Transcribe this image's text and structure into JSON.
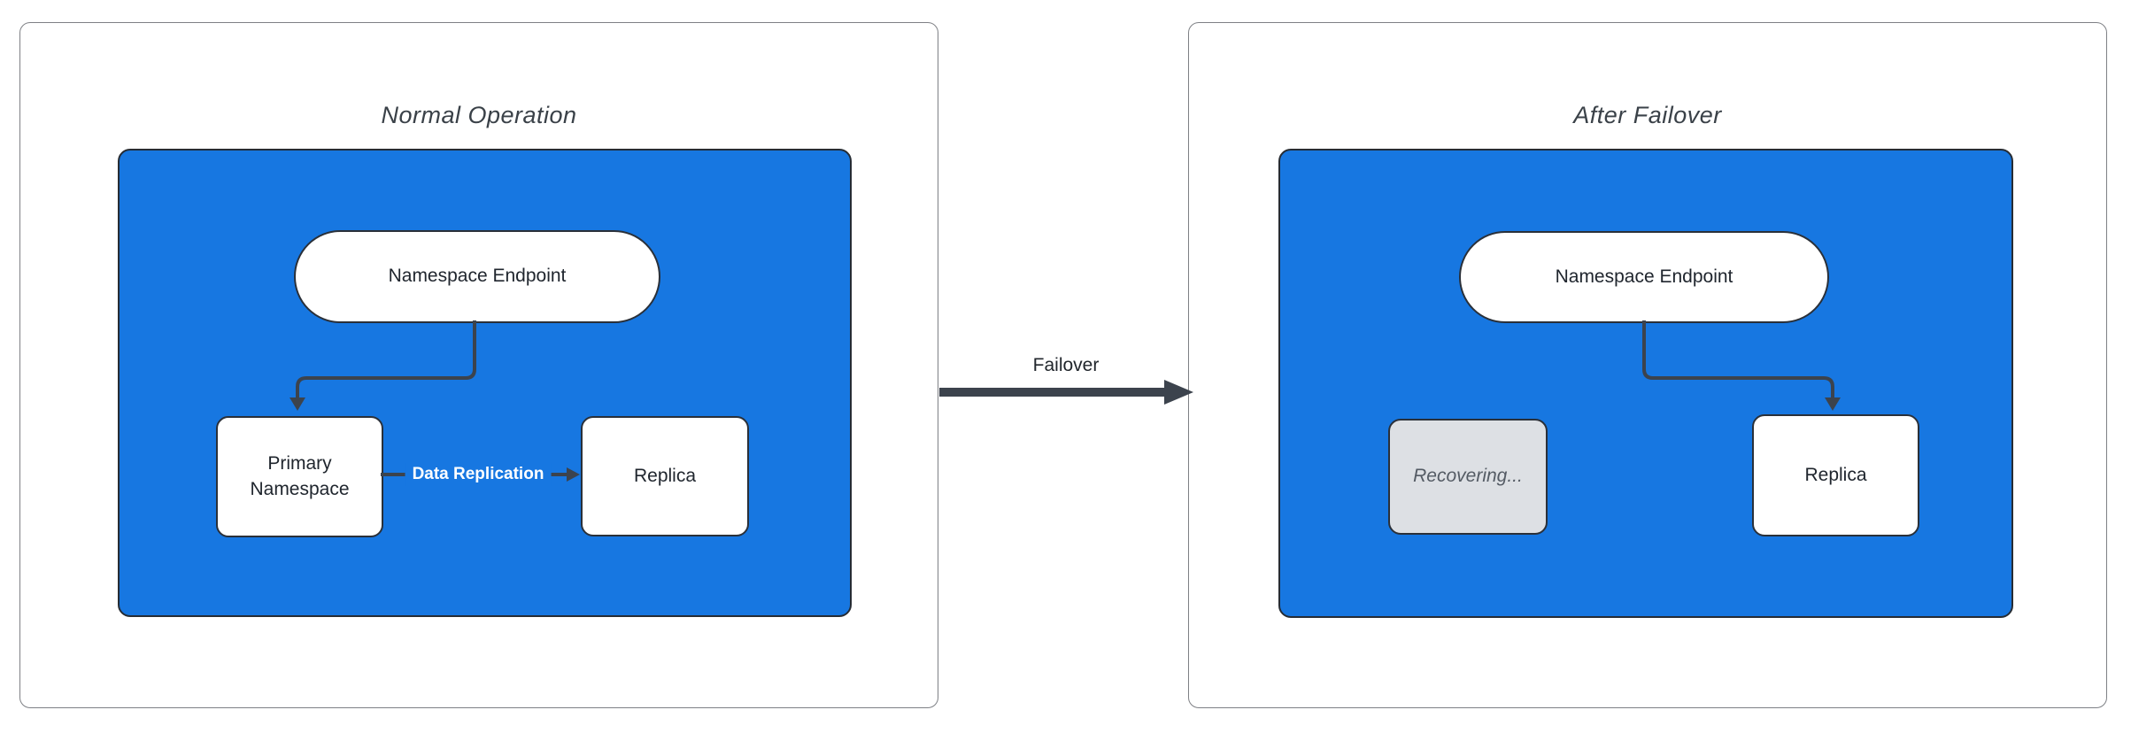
{
  "colors": {
    "canvas": "#FFFFFF",
    "container_blue": "#1777E1",
    "node_fill": "#FFFFFF",
    "node_border": "#2A3039",
    "recovering_fill": "#DDE0E4",
    "recovering_text": "#545B64",
    "arrow": "#3C434D",
    "edge_label_text": "#FFFFFF",
    "title_text": "#3A4148",
    "node_text": "#20262E",
    "panel_border": "#7E8085"
  },
  "panels": [
    {
      "title": "Normal Operation",
      "nodes": {
        "endpoint": "Namespace Endpoint",
        "left": "Primary Namespace",
        "right": "Replica"
      },
      "edge_label": "Data Replication"
    },
    {
      "title": "After Failover",
      "nodes": {
        "endpoint": "Namespace Endpoint",
        "left": "Recovering...",
        "right": "Replica"
      }
    }
  ],
  "transition": {
    "label": "Failover"
  }
}
